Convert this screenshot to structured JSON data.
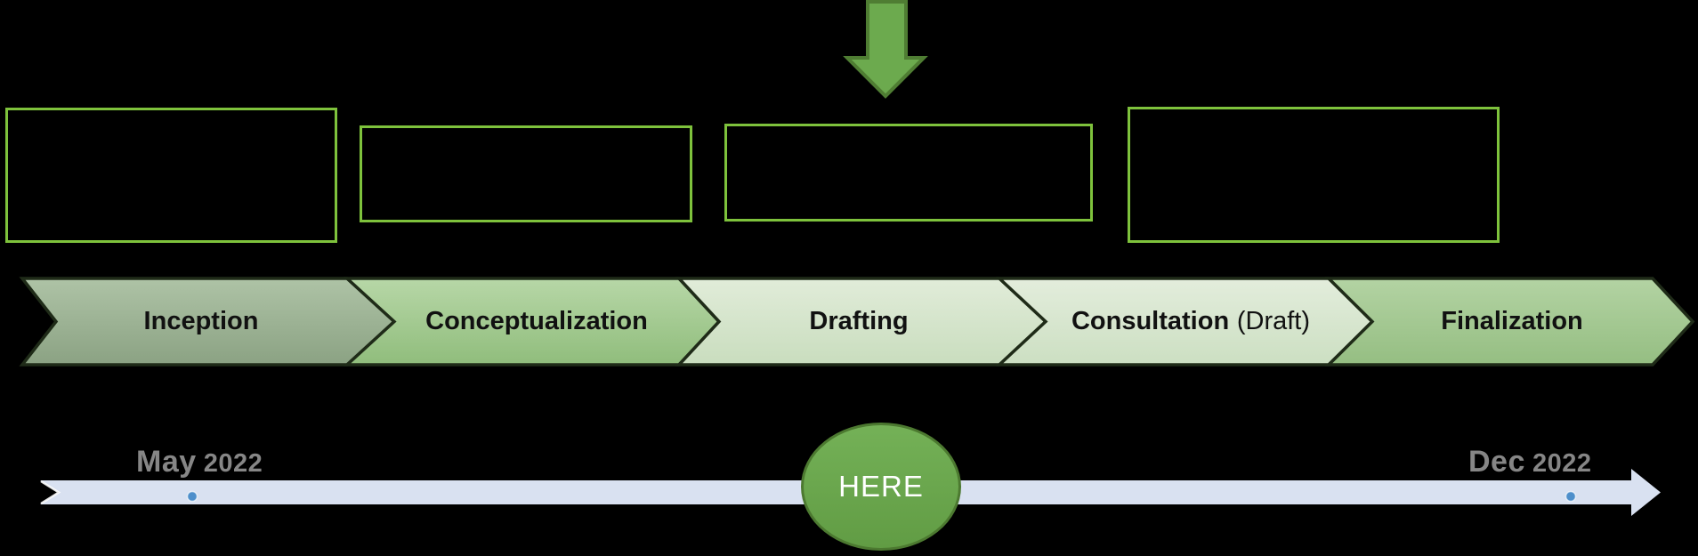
{
  "process": {
    "stages": [
      {
        "label": "Inception",
        "fill_top": "#aec3a6",
        "fill_bottom": "#8ba283"
      },
      {
        "label": "Conceptualization",
        "fill_top": "#b7d7a7",
        "fill_bottom": "#90bd7c"
      },
      {
        "label": "Drafting",
        "fill_top": "#e1ecd9",
        "fill_bottom": "#c9ddbe"
      },
      {
        "label": "Consultation",
        "suffix": "(Draft)",
        "fill_top": "#e3eddc",
        "fill_bottom": "#ccdfc2"
      },
      {
        "label": "Finalization",
        "fill_top": "#b3d3a3",
        "fill_bottom": "#95be82"
      }
    ]
  },
  "timeline": {
    "start": {
      "month": "May",
      "year": "2022"
    },
    "end": {
      "month": "Dec",
      "year": "2022"
    },
    "marker_label": "HERE"
  },
  "colors": {
    "background": "#000000",
    "box_border": "#7ec23c",
    "chevron_outline": "#1f2b18",
    "stage_text": "#111111",
    "down_arrow_fill": "#6caa4e",
    "down_arrow_stroke": "#4f7d33",
    "timeline_band": "#d9e1f1",
    "timeline_dot": "#4e8fcb",
    "date_text": "#868686",
    "marker_fill": "#6baa4e",
    "marker_stroke": "#4c7930",
    "marker_text": "#ffffff"
  }
}
